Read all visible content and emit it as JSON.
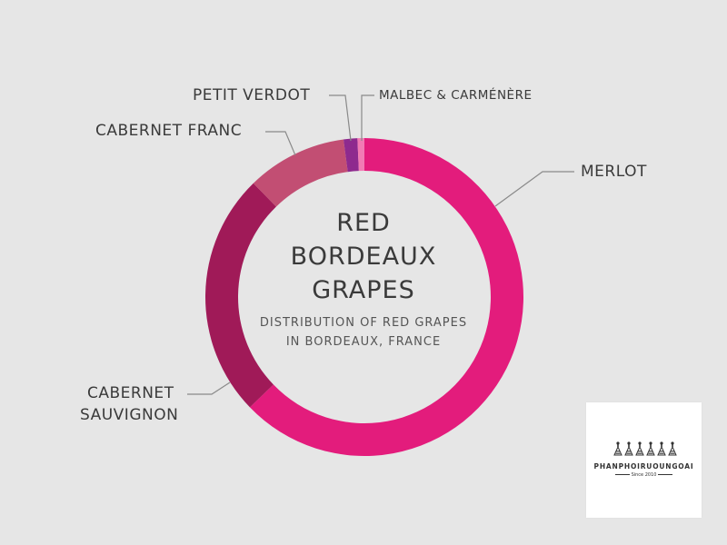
{
  "chart_data": {
    "type": "pie",
    "variant": "donut",
    "title": "RED BORDEAUX GRAPES",
    "title_lines": [
      "RED",
      "BORDEAUX",
      "GRAPES"
    ],
    "subtitle": "DISTRIBUTION OF RED GRAPES IN BORDEAUX, FRANCE",
    "subtitle_lines": [
      "DISTRIBUTION OF RED GRAPES",
      "IN BORDEAUX, FRANCE"
    ],
    "categories": [
      "MERLOT",
      "CABERNET SAUVIGNON",
      "CABERNET FRANC",
      "PETIT VERDOT",
      "MALBEC & CARMÉNÈRE"
    ],
    "values": [
      62.8,
      24.9,
      10.2,
      1.4,
      0.7
    ],
    "unit": "percent (estimated from arc lengths)",
    "colors": [
      "#e31c7c",
      "#a01a58",
      "#c24e73",
      "#8e2a8e",
      "#f27ab4"
    ],
    "start_angle_deg": 0,
    "direction": "clockwise",
    "legend": "leader-line labels"
  },
  "labels": {
    "merlot": "MERLOT",
    "cab_sauv_line1": "CABERNET",
    "cab_sauv_line2": "SAUVIGNON",
    "cab_franc": "CABERNET FRANC",
    "petit_verdot": "PETIT VERDOT",
    "malbec": "MALBEC & CARMÉNÈRE"
  },
  "logo": {
    "name": "PHANPHOIRUOUNGOAI",
    "since": "Since 2010",
    "icon": "wine-bottles-icon",
    "icon_count": 6
  },
  "colors": {
    "background": "#e6e6e6",
    "text": "#3a3a3a",
    "leader_line": "#8a8a8a"
  }
}
